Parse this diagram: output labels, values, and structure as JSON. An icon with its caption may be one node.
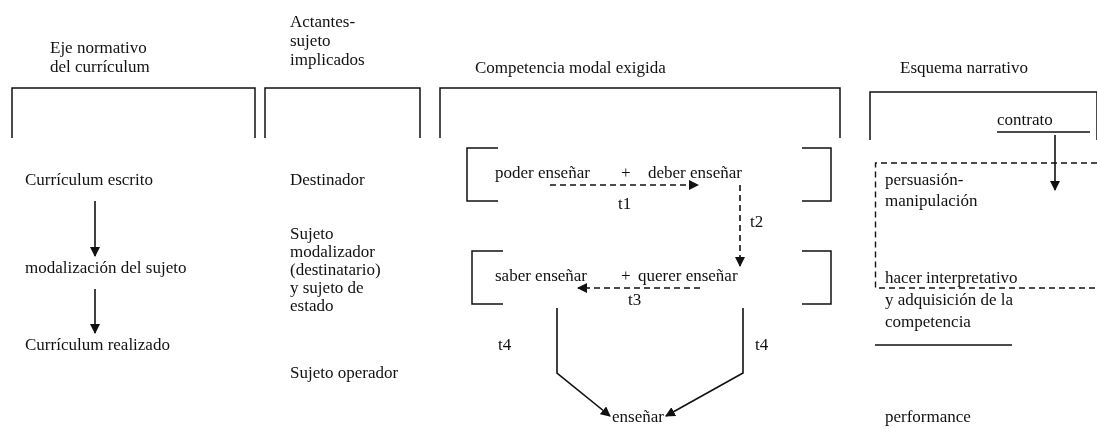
{
  "diagram": {
    "nodes": [
      {
        "text": [
          "Currículum escrito"
        ]
      },
      {
        "text": [
          "modalización del sujeto"
        ]
      },
      {
        "text": [
          "Currículum realizado"
        ]
      },
      {
        "text": [],
        "shape": "bracket"
      },
      {
        "text": [
          "poder enseñar"
        ],
        "in": 3
      },
      {
        "text": [
          "deber enseñar"
        ],
        "in": 3
      },
      {
        "text": [],
        "shape": "bracket"
      },
      {
        "text": [
          "saber enseñar"
        ],
        "in": 6
      },
      {
        "text": [
          "querer enseñar"
        ],
        "in": 6
      },
      {
        "text": [
          "enseñar"
        ]
      },
      {
        "text": [
          "contrato"
        ]
      },
      {
        "text": [
          "persuasión- manipulación",
          "hacer interpretativo y adquisición de la competencia"
        ]
      }
    ],
    "edges": [
      {
        "from": 0,
        "to": 1,
        "arrow": "to"
      },
      {
        "from": 1,
        "to": 2,
        "arrow": "to"
      },
      {
        "from": 4,
        "to": 5,
        "arrow": "to",
        "label": "t1",
        "style": "dashed"
      },
      {
        "from": 5,
        "to": 8,
        "arrow": "to",
        "label": "t2",
        "style": "dashed"
      },
      {
        "from": 8,
        "to": 7,
        "arrow": "to",
        "label": "t3",
        "style": "dashed"
      },
      {
        "from": 7,
        "to": 9,
        "arrow": "to",
        "label": "t4"
      },
      {
        "from": 8,
        "to": 9,
        "arrow": "to",
        "label": "t4"
      },
      {
        "from": 10,
        "to": 11,
        "arrow": "to"
      }
    ],
    "labels": [
      "Actantes- sujeto implicados",
      "Eje normativo del currículum",
      "Competencia modal exigida",
      "Esquema narrativo",
      "Destinador",
      "+",
      "Sujeto modalizador (destinatario) y sujeto de estado",
      "+",
      "Sujeto operador",
      "performance"
    ]
  }
}
